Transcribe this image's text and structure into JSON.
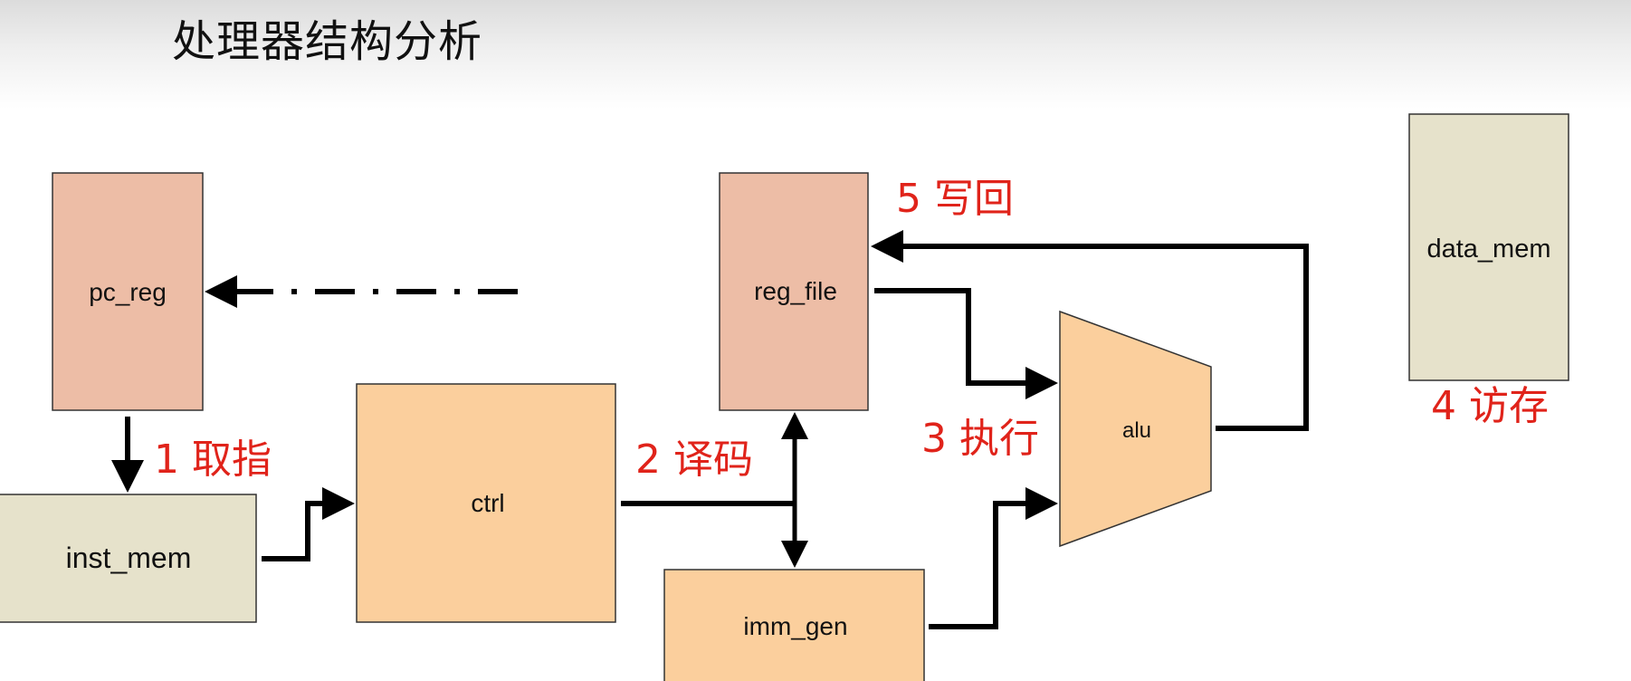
{
  "title": "处理器结构分析",
  "blocks": {
    "pc_reg": "pc_reg",
    "inst_mem": "inst_mem",
    "ctrl": "ctrl",
    "reg_file": "reg_file",
    "imm_gen": "imm_gen",
    "alu": "alu",
    "data_mem": "data_mem"
  },
  "stages": {
    "fetch": "1 取指",
    "decode": "2 译码",
    "execute": "3 执行",
    "memory": "4 访存",
    "writeback": "5 写回"
  },
  "colors": {
    "register": "#edbda6",
    "logic": "#fbcf9d",
    "memory": "#e6e2cb",
    "stage_text": "#e0231a",
    "wire": "#000000"
  }
}
